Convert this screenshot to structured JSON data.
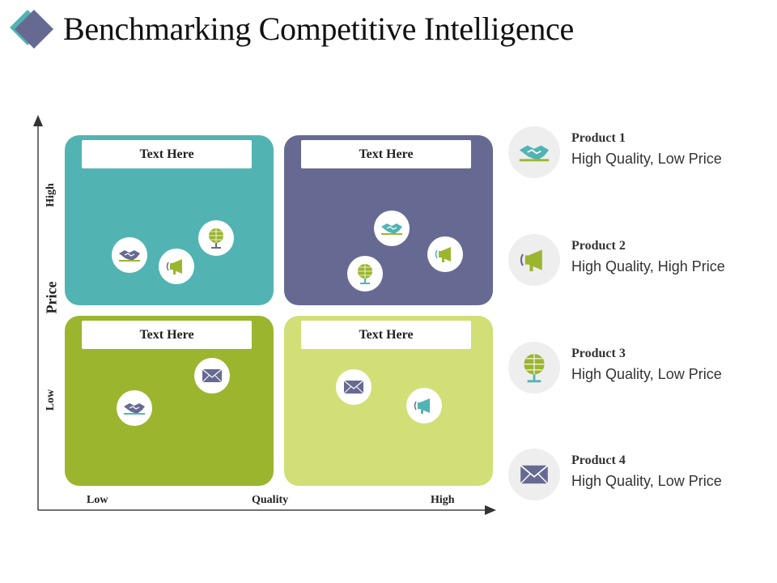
{
  "slide": {
    "title": "Benchmarking Competitive Intelligence"
  },
  "axes": {
    "y_label": "Price",
    "y_high": "High",
    "y_low": "Low",
    "x_label": "Quality",
    "x_low": "Low",
    "x_high": "High"
  },
  "quadrants": [
    {
      "label": "Text Here",
      "color": "#52b3b3",
      "position": "top-left"
    },
    {
      "label": "Text Here",
      "color": "#666a93",
      "position": "top-right"
    },
    {
      "label": "Text Here",
      "color": "#9bb52f",
      "position": "bottom-left"
    },
    {
      "label": "Text Here",
      "color": "#d1df76",
      "position": "bottom-right"
    }
  ],
  "legend": [
    {
      "name": "Product 1",
      "description": "High Quality, Low Price",
      "icon": "handshake-icon"
    },
    {
      "name": "Product 2",
      "description": "High Quality, High Price",
      "icon": "megaphone-icon"
    },
    {
      "name": "Product 3",
      "description": "High Quality, Low Price",
      "icon": "globe-icon"
    },
    {
      "name": "Product 4",
      "description": "High Quality, Low Price",
      "icon": "envelope-icon"
    }
  ],
  "colors": {
    "teal": "#52b3b3",
    "slate": "#666a93",
    "olive": "#9bb52f",
    "lime": "#d1df76"
  }
}
